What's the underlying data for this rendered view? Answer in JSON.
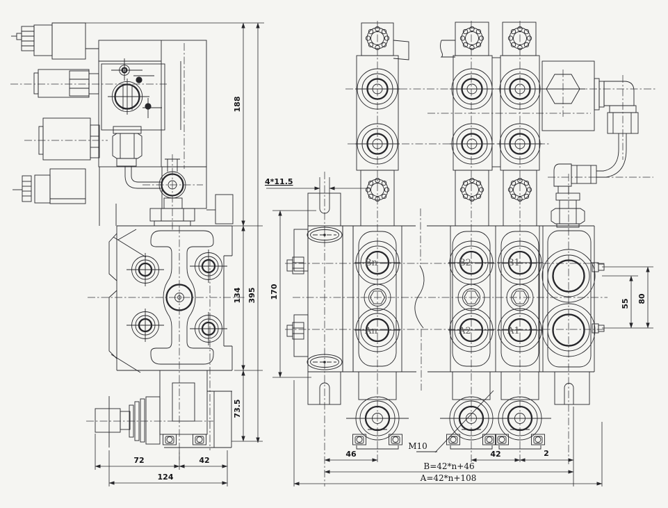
{
  "colors": {
    "line": "#26262a",
    "background": "#f5f5f2",
    "muted_label": "#5a5a5a"
  },
  "ports": {
    "bn": "Bn",
    "an": "An",
    "b2": "B2",
    "a2": "A2",
    "b1": "B1",
    "a1": "A1"
  },
  "dims": {
    "left": {
      "d188": "188",
      "d134": "134",
      "d395": "395",
      "d73_5": "73.5",
      "d72": "72",
      "d42": "42",
      "d124": "124"
    },
    "right": {
      "slot": "4*11.5",
      "d170": "170",
      "d55": "55",
      "d80": "80",
      "d46": "46",
      "d42": "42",
      "d2": "2",
      "m10": "M10",
      "formula_b": "B=42*n+46",
      "formula_a": "A=42*n+108"
    }
  }
}
